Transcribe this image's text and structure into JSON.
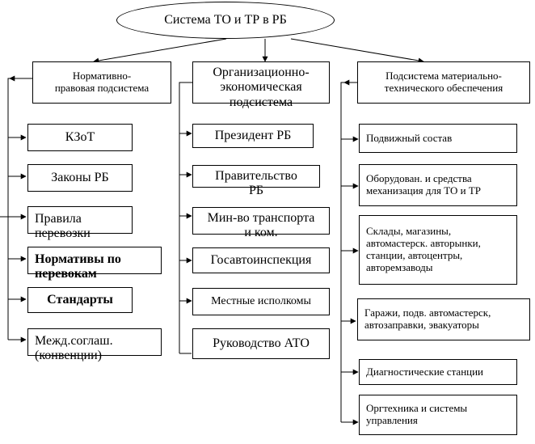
{
  "root": {
    "title": "Система  ТО и ТР в РБ"
  },
  "columns": [
    {
      "header": "Нормативно-\nправовая  подсистема",
      "items": [
        "КЗоТ",
        "Законы РБ",
        "Правила\nперевозки",
        "Нормативы по\nперевокам",
        "Стандарты",
        "Межд.соглаш.\n(конвенции)"
      ]
    },
    {
      "header": "Организационно-\nэкономическая\nподсистема",
      "items": [
        "Президент  РБ",
        "Правительство\nРБ",
        "Мин-во транспорта\nи ком.",
        "Госавтоинспекция",
        "Местные исполкомы",
        "Руководство АТО"
      ]
    },
    {
      "header": "Подсистема материально-\nтехнического обеспечения",
      "items": [
        "Подвижный состав",
        "Оборудован. и средства\nмеханизация для ТО и ТР",
        "Склады, магазины,\nавтомастерск. авторынки,\nстанции, автоцентры,\nавторемзаводы",
        "Гаражи, подв. автомастерск,\nавтозаправки,  эвакуаторы",
        "Диагностические станции",
        "Оргтехника и системы\nуправления"
      ]
    }
  ]
}
